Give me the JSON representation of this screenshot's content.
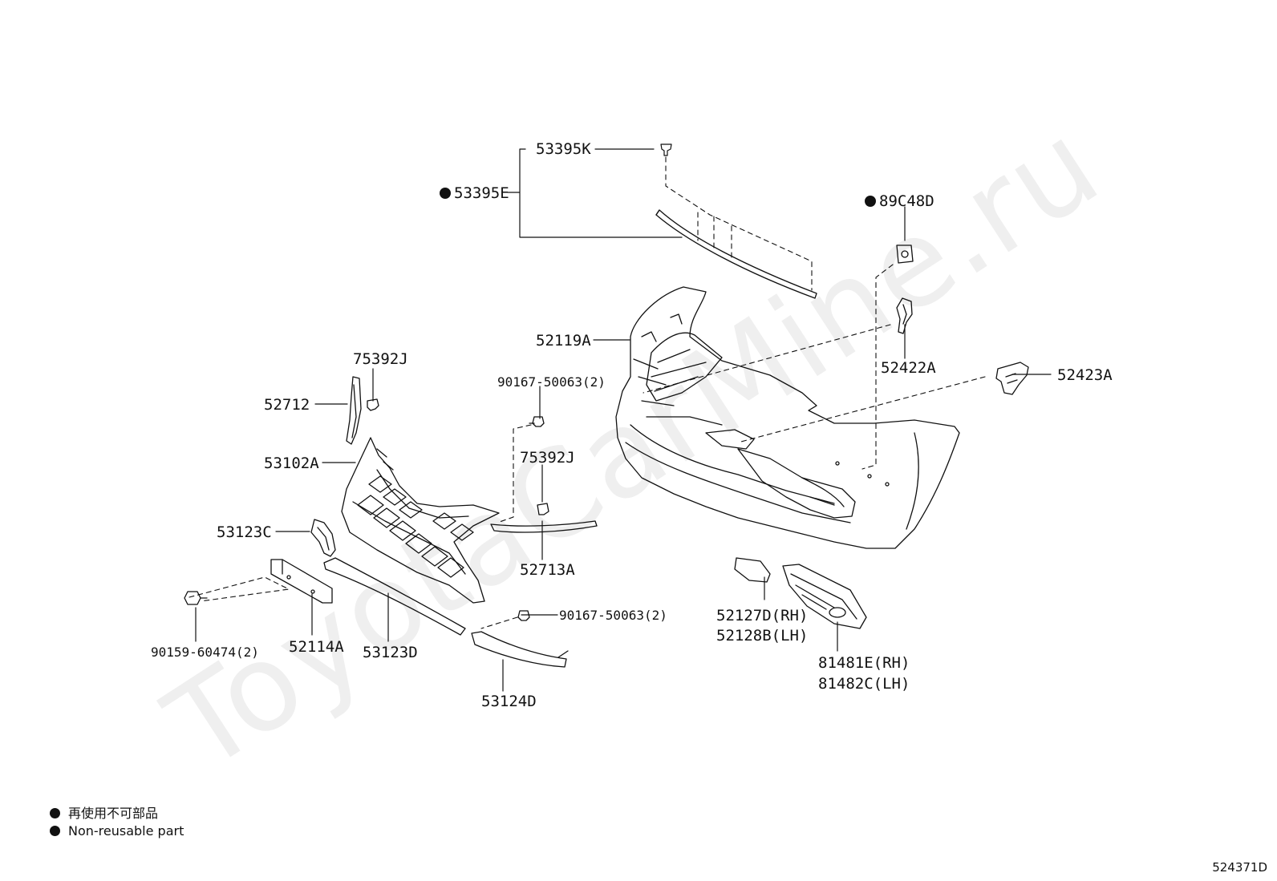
{
  "watermark": "ToyotaCarMine.ru",
  "drawing_id": "524371D",
  "legend": {
    "line_jp": "再使用不可部品",
    "line_en": "Non-reusable part"
  },
  "parts": {
    "p53395K": "53395K",
    "p53395E": "53395E",
    "p89C48D": "89C48D",
    "p52119A": "52119A",
    "p52422A": "52422A",
    "p52423A": "52423A",
    "p75392J_a": "75392J",
    "p52712": "52712",
    "p90167_a": "90167-50063(2)",
    "p53102A": "53102A",
    "p75392J_b": "75392J",
    "p53123C": "53123C",
    "p52713A": "52713A",
    "p90167_b": "90167-50063(2)",
    "p90159": "90159-60474(2)",
    "p52114A": "52114A",
    "p53123D": "53123D",
    "p53124D": "53124D",
    "p52127D": "52127D(RH)",
    "p52128B": "52128B(LH)",
    "p81481E": "81481E(RH)",
    "p81482C": "81482C(LH)"
  }
}
